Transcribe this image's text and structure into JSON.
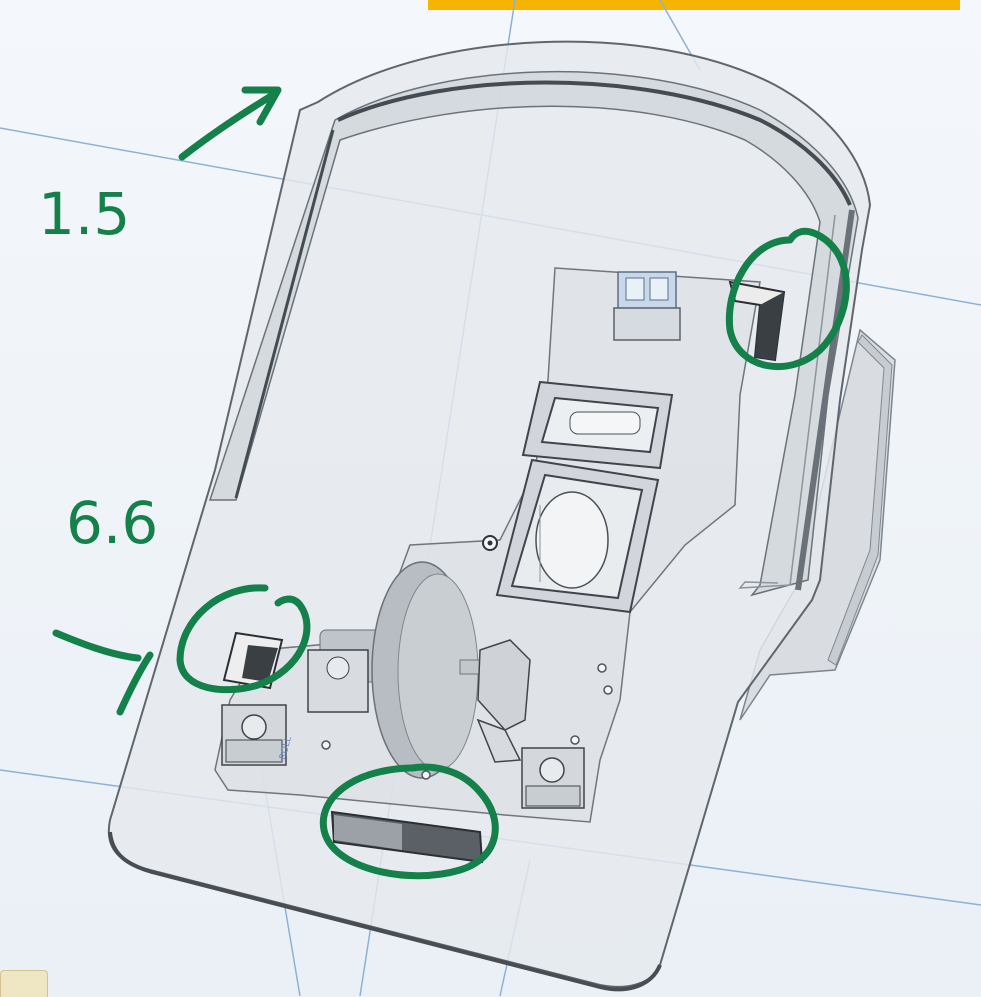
{
  "viewport": {
    "background": "#eef3f8",
    "accent_bar_color": "#f4b400"
  },
  "annotations": {
    "color": "#14804a",
    "labels": {
      "top_left_wall": "1.5",
      "left_slot": "6.6"
    }
  },
  "model": {
    "component_marking": "ROLL"
  }
}
